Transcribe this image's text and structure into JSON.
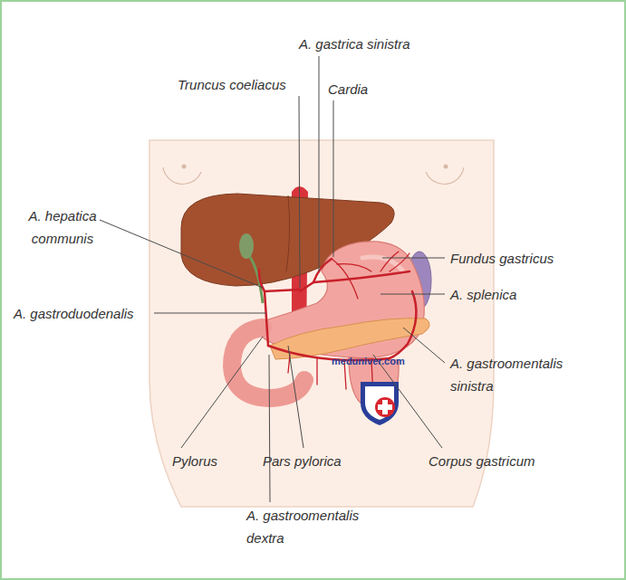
{
  "diagram": {
    "labels": [
      "A. gastrica sinistra",
      "Truncus coeliacus",
      "Cardia",
      "A. hepatica communis",
      "Fundus gastricus",
      "A. gastroduodenalis",
      "A. splenica",
      "A. gastroomentalis sinistra",
      "meduniver.com",
      "Pylorus",
      "Pars pylorica",
      "Corpus gastricum",
      "A. gastroomentalis dextra"
    ]
  }
}
